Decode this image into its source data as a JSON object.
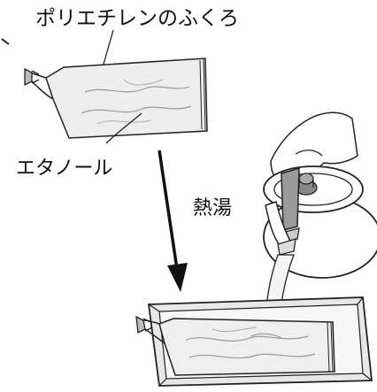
{
  "labels": {
    "bag": "ポリエチレンのふくろ",
    "ethanol": "エタノール",
    "hot_water": "熱湯"
  },
  "colors": {
    "line": "#222222",
    "bag_fill": "#eeeeee",
    "tray_fill": "#e8e8e8",
    "water": "#f4f4f4",
    "kettle_fill": "#ffffff",
    "handle_fill": "#9a9a9a"
  }
}
